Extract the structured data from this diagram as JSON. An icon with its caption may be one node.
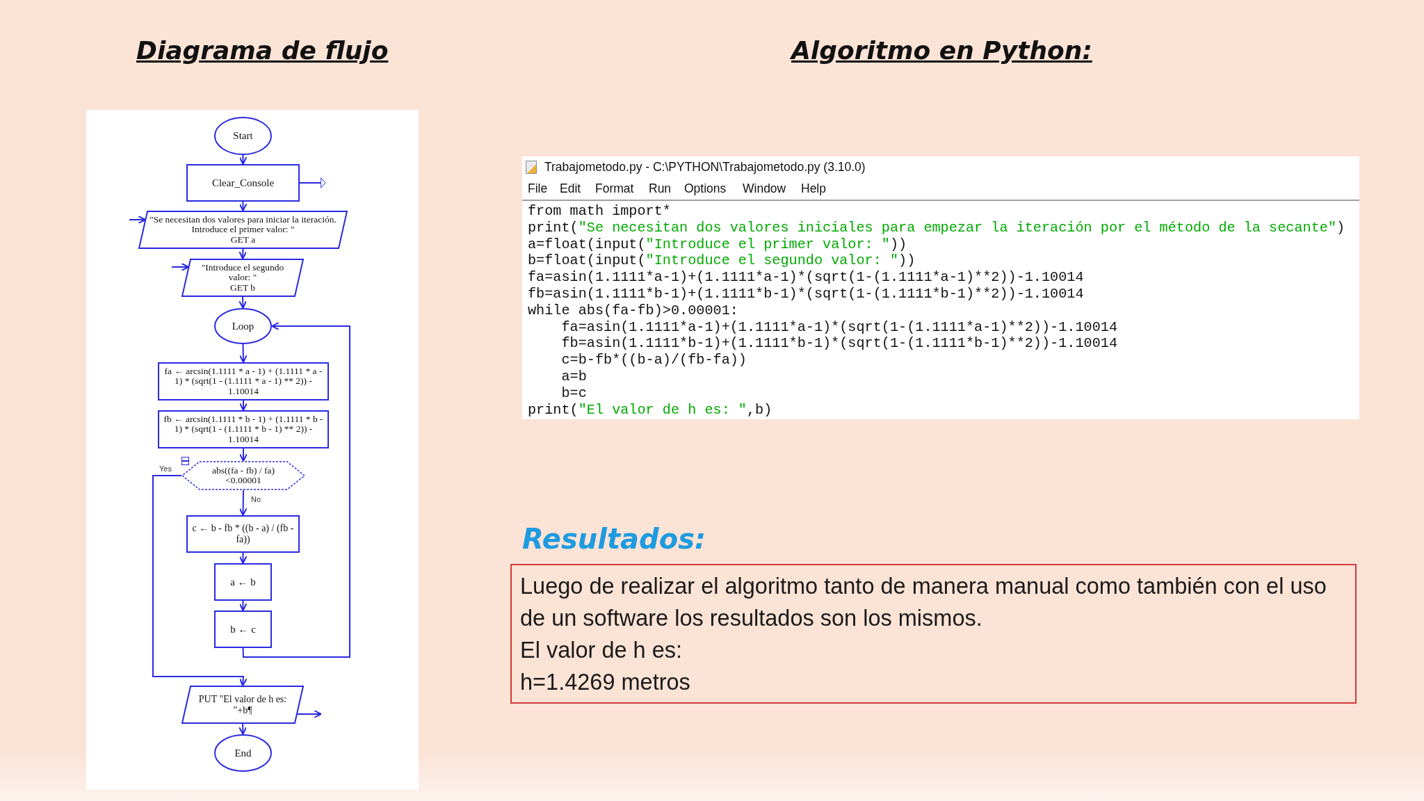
{
  "diagram": {
    "nodes": [
      {
        "text": [
          "Start"
        ]
      },
      {
        "text": [
          "Clear_Console"
        ]
      },
      {
        "text": [
          "\"Se necesitan dos valores para iniciar la iteración. Introduce el primer valor: \"",
          "GET a"
        ]
      },
      {
        "text": [
          "\"Introduce el segundo valor: \"",
          "GET b"
        ]
      },
      {
        "text": [
          "Loop"
        ]
      },
      {
        "text": [
          "fa ← arcsin(1.1111 * a - 1) + (1.1111 * a - 1) * (sqrt(1 - (1.1111 * a - 1) ** 2)) - 1.10014"
        ]
      },
      {
        "text": [
          "fb ← arcsin(1.1111 * b - 1) + (1.1111 * b - 1) * (sqrt(1 - (1.1111 * b - 1) ** 2)) - 1.10014"
        ]
      },
      {
        "text": [
          "abs((fa - fb) / fa) <0.00001"
        ]
      },
      {
        "text": [
          "c ← b - fb * ((b - a) / (fb - fa))"
        ]
      },
      {
        "text": [
          "a ← b"
        ]
      },
      {
        "text": [
          "b ← c"
        ]
      },
      {
        "text": [
          "PUT \"El valor de h es: \"+b¶"
        ]
      },
      {
        "text": [
          "End"
        ]
      },
      {
        "text": [
          "Resultados:",
          "Luego de realizar el algoritmo tanto de manera manual como también con el uso de un software los resultados son los mismos.",
          "El valor de h es:",
          "h=1.4269 metros"
        ]
      }
    ],
    "edges": [
      {
        "from": 0,
        "to": 1,
        "arrow": "to"
      },
      {
        "from": 1,
        "to": 2,
        "arrow": "to"
      },
      {
        "from": 2,
        "to": 3,
        "arrow": "to"
      },
      {
        "from": 3,
        "to": 4,
        "arrow": "to"
      },
      {
        "from": 4,
        "to": 5,
        "arrow": "to"
      },
      {
        "from": 5,
        "to": 6,
        "arrow": "to"
      },
      {
        "from": 6,
        "to": 7,
        "arrow": "to"
      },
      {
        "from": 7,
        "to": 8,
        "arrow": "to",
        "label": "No"
      },
      {
        "from": 8,
        "to": 9,
        "arrow": "to"
      },
      {
        "from": 9,
        "to": 10,
        "arrow": "to"
      },
      {
        "from": 10,
        "to": 4,
        "arrow": "to"
      },
      {
        "from": 7,
        "to": 11,
        "arrow": "to",
        "label": "Yes"
      },
      {
        "from": 11,
        "to": 12,
        "arrow": "to"
      },
      {
        "from": null,
        "to": 2,
        "arrow": "to"
      },
      {
        "from": null,
        "to": 3,
        "arrow": "to"
      },
      {
        "from": 11,
        "to": null,
        "arrow": "to"
      },
      {
        "from": 1,
        "to": null,
        "arrow": "to"
      }
    ],
    "labels": [
      "Diagrama de flujo",
      "Algoritmo en Python:",
      "Trabajometodo.py - C:\\PYTHON\\Trabajometodo.py (3.10.0)",
      "File",
      "Edit",
      "Format",
      "Run",
      "Options",
      "Window",
      "Help",
      "from math import*",
      "print(\"Se necesitan dos valores iniciales para empezar la iteración por el método de la secante\")",
      "a=float(input(\"Introduce el primer valor: \"))",
      "b=float(input(\"Introduce el segundo valor: \"))",
      "fa=asin(1.1111*a-1)+(1.1111*a-1)*(sqrt(1-(1.1111*a-1)**2))-1.10014",
      "fb=asin(1.1111*b-1)+(1.1111*b-1)*(sqrt(1-(1.1111*b-1)**2))-1.10014",
      "while abs(fa-fb)>0.00001:",
      "    fa=asin(1.1111*a-1)+(1.1111*a-1)*(sqrt(1-(1.1111*a-1)**2))-1.10014",
      "    fb=asin(1.1111*b-1)+(1.1111*b-1)*(sqrt(1-(1.1111*b-1)**2))-1.10014",
      "    c=b-fb*((b-a)/(fb-fa))",
      "    a=b",
      "    b=c",
      "print(\"El valor de h es: \",b)"
    ]
  }
}
